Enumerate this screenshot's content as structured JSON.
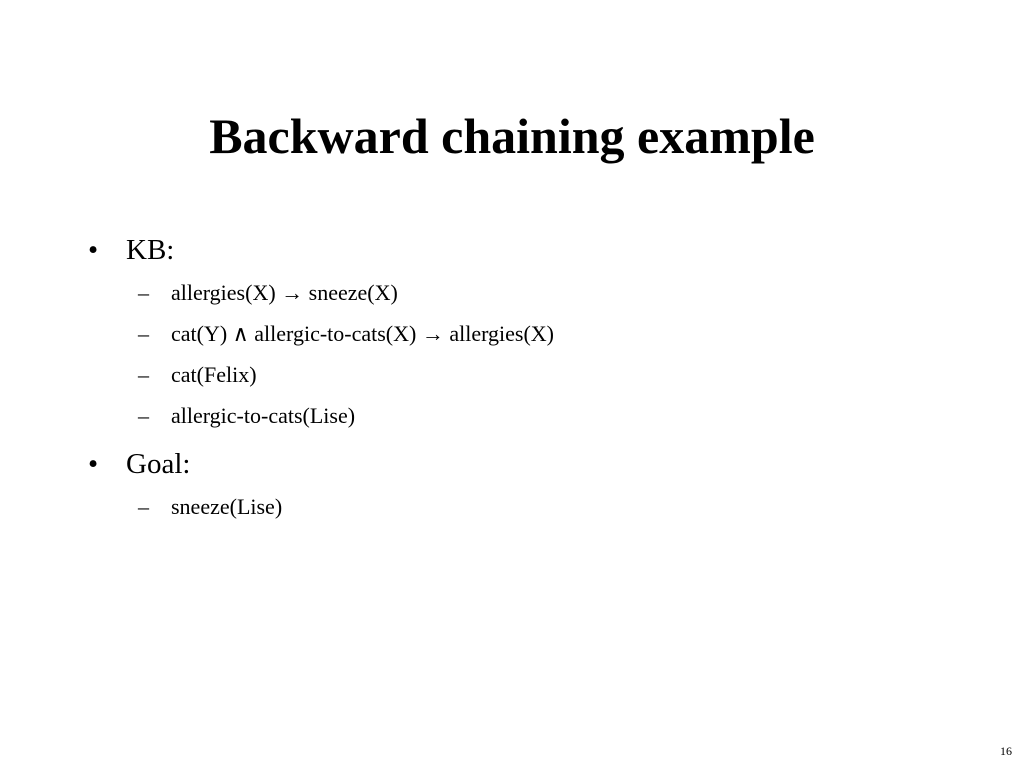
{
  "slide": {
    "title": "Backward chaining example",
    "bullet_symbol": "•",
    "dash_symbol": "–",
    "items": [
      {
        "label": "KB:",
        "subitems": [
          "allergies(X) → sneeze(X)",
          "cat(Y) ∧ allergic-to-cats(X) → allergies(X)",
          "cat(Felix)",
          "allergic-to-cats(Lise)"
        ]
      },
      {
        "label": "Goal:",
        "subitems": [
          "sneeze(Lise)"
        ]
      }
    ],
    "page_number": "16"
  }
}
